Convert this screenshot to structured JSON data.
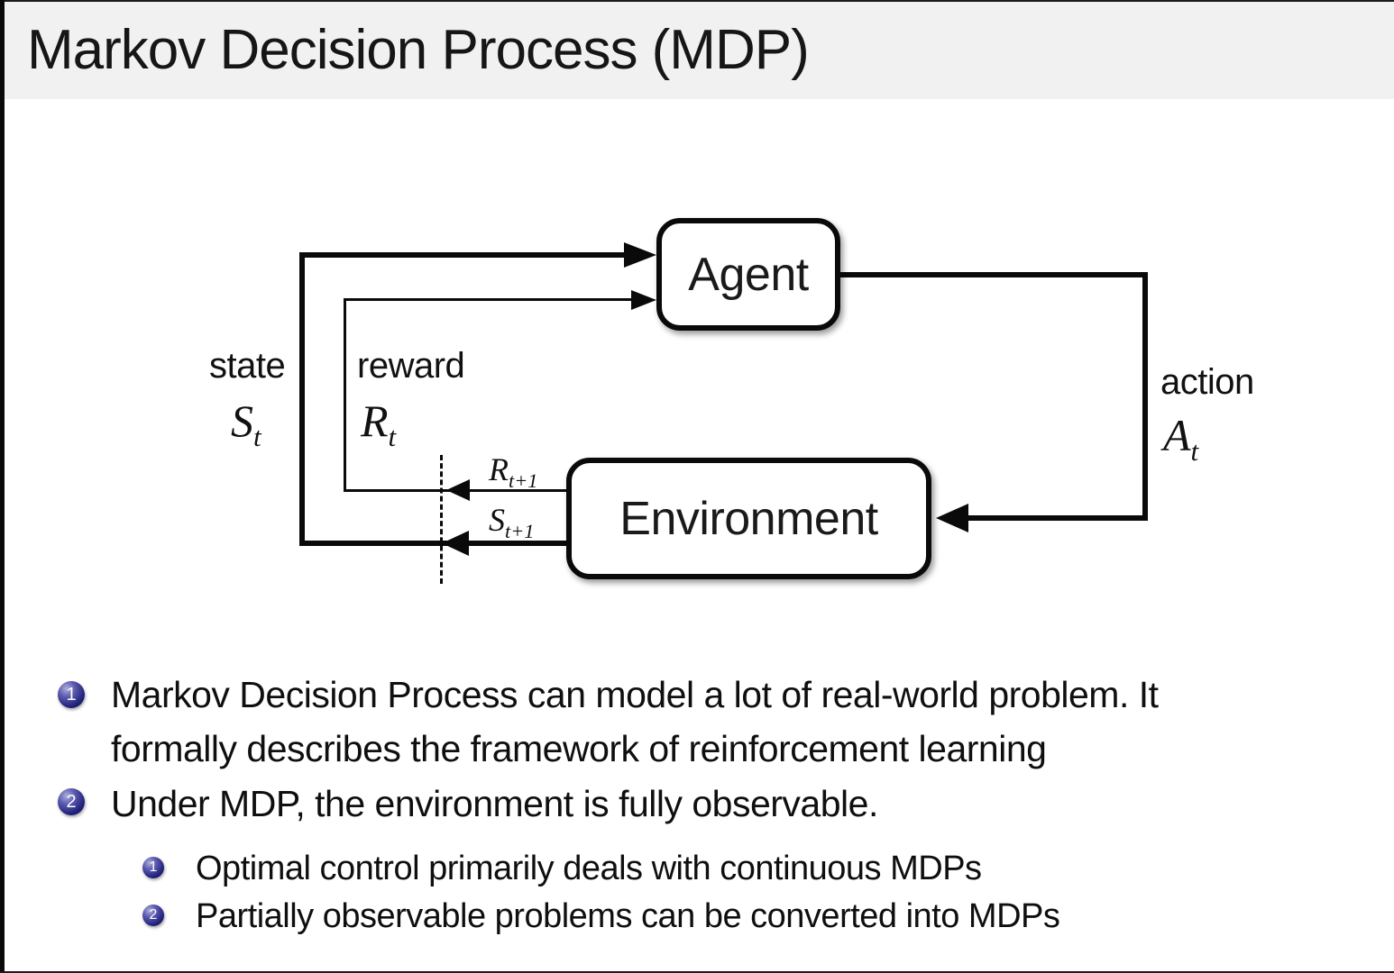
{
  "slide": {
    "title": "Markov Decision Process (MDP)"
  },
  "diagram": {
    "agent_label": "Agent",
    "environment_label": "Environment",
    "labels": {
      "state": "state",
      "state_math": {
        "base": "S",
        "sub": "t"
      },
      "reward": "reward",
      "reward_math": {
        "base": "R",
        "sub": "t"
      },
      "reward_next_math": {
        "base": "R",
        "sub": "t+1"
      },
      "state_next_math": {
        "base": "S",
        "sub": "t+1"
      },
      "action": "action",
      "action_math": {
        "base": "A",
        "sub": "t"
      }
    }
  },
  "bullets": [
    {
      "number": "1",
      "lines": [
        "Markov Decision Process can model a lot of real-world problem. It",
        "formally describes the framework of reinforcement learning"
      ]
    },
    {
      "number": "2",
      "lines": [
        "Under MDP, the environment is fully observable."
      ]
    }
  ],
  "sub_bullets": [
    {
      "number": "1",
      "text": "Optimal control primarily deals with continuous MDPs"
    },
    {
      "number": "2",
      "text": "Partially observable problems can be converted into MDPs"
    }
  ],
  "colors": {
    "title_bar_bg": "#f1f1f1",
    "line_color": "#0a0a0a",
    "ball_dark": "#0d0d42",
    "ball_mid": "#22227c",
    "ball_highlight": "#aeaede",
    "text": "#111111"
  }
}
